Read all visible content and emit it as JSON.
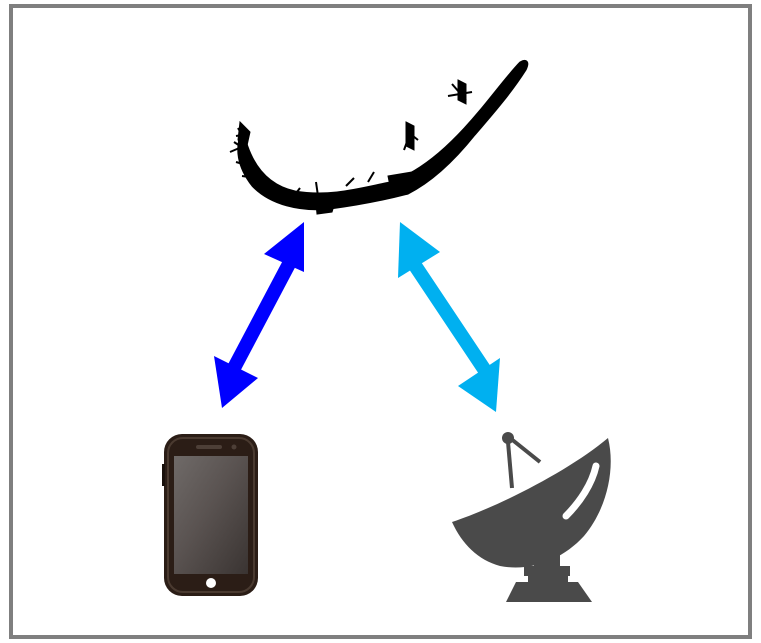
{
  "diagram": {
    "nodes": [
      {
        "id": "aircraft",
        "icon": "solar-aircraft-icon",
        "color": "#000000"
      },
      {
        "id": "phone",
        "icon": "smartphone-icon",
        "color": "#2b1d16"
      },
      {
        "id": "dish",
        "icon": "satellite-dish-icon",
        "color": "#4a4a4a"
      }
    ],
    "links": [
      {
        "from": "aircraft",
        "to": "phone",
        "direction": "bidirectional",
        "color": "#0000ff"
      },
      {
        "from": "aircraft",
        "to": "dish",
        "direction": "bidirectional",
        "color": "#00b0f0"
      }
    ],
    "frame": {
      "border_color": "#7f7f7f",
      "background": "#ffffff"
    }
  }
}
